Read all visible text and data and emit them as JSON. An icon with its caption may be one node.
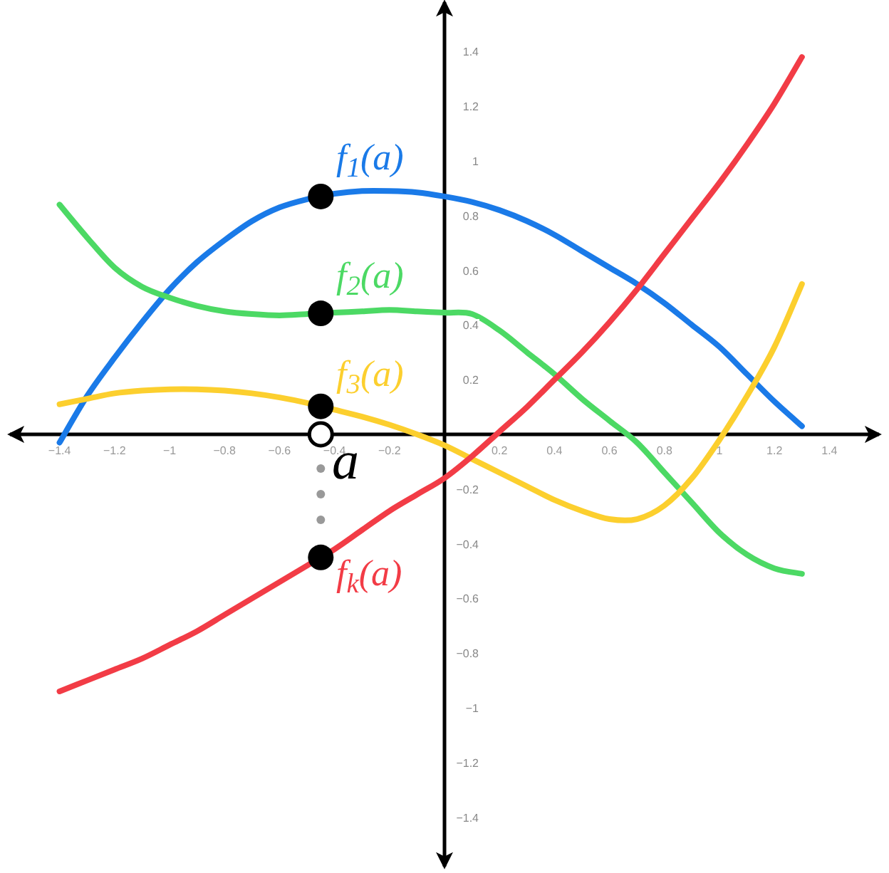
{
  "diagram": {
    "labels": [
      "f$_{1}$(a)",
      "f$_{2}$(a)",
      "f$_{3}$(a)",
      "a",
      "f$_{k}$(a)"
    ],
    "chart_data": {
      "type": "line",
      "x": [
        -1.4,
        -1.3,
        -1.2,
        -1.1,
        -1.0,
        -0.9,
        -0.8,
        -0.7,
        -0.6,
        -0.5,
        -0.4,
        -0.3,
        -0.2,
        -0.1,
        0,
        0.1,
        0.2,
        0.3,
        0.4,
        0.5,
        0.6,
        0.7,
        0.8,
        0.9,
        1.0,
        1.1,
        1.2,
        1.3
      ],
      "series": [
        {
          "color": "#1a7ae8",
          "values": [
            -0.03,
            0.14,
            0.28,
            0.41,
            0.53,
            0.63,
            0.71,
            0.78,
            0.83,
            0.86,
            0.88,
            0.89,
            0.89,
            0.885,
            0.87,
            0.85,
            0.82,
            0.78,
            0.73,
            0.67,
            0.61,
            0.55,
            0.48,
            0.4,
            0.32,
            0.22,
            0.12,
            0.03
          ]
        },
        {
          "color": "#4cd964",
          "values": [
            0.84,
            0.72,
            0.61,
            0.54,
            0.5,
            0.47,
            0.45,
            0.44,
            0.435,
            0.44,
            0.445,
            0.45,
            0.455,
            0.45,
            0.445,
            0.44,
            0.38,
            0.3,
            0.22,
            0.13,
            0.05,
            -0.03,
            -0.14,
            -0.25,
            -0.36,
            -0.44,
            -0.49,
            -0.51
          ]
        },
        {
          "color": "#fccf2e",
          "values": [
            0.11,
            0.13,
            0.15,
            0.16,
            0.165,
            0.165,
            0.16,
            0.15,
            0.135,
            0.115,
            0.09,
            0.065,
            0.035,
            0.0,
            -0.04,
            -0.09,
            -0.14,
            -0.19,
            -0.24,
            -0.28,
            -0.31,
            -0.31,
            -0.26,
            -0.16,
            -0.02,
            0.14,
            0.32,
            0.55
          ]
        },
        {
          "color": "#f23c46",
          "values": [
            -0.94,
            -0.9,
            -0.86,
            -0.82,
            -0.77,
            -0.72,
            -0.66,
            -0.6,
            -0.54,
            -0.48,
            -0.42,
            -0.35,
            -0.28,
            -0.22,
            -0.16,
            -0.08,
            0.01,
            0.1,
            0.2,
            0.3,
            0.41,
            0.53,
            0.66,
            0.79,
            0.92,
            1.06,
            1.21,
            1.38
          ]
        }
      ],
      "xlim": [
        -1.58,
        1.58
      ],
      "ylim": [
        -1.58,
        1.58
      ],
      "xticks": [
        -1.4,
        -1.2,
        -1,
        -0.8,
        -0.6,
        -0.4,
        -0.2,
        0.2,
        0.4,
        0.6,
        0.8,
        1,
        1.2,
        1.4
      ],
      "yticks": [
        -1.4,
        -1.2,
        -1,
        -0.8,
        -0.6,
        -0.4,
        -0.2,
        0.2,
        0.4,
        0.6,
        0.8,
        1,
        1.2,
        1.4
      ]
    }
  }
}
